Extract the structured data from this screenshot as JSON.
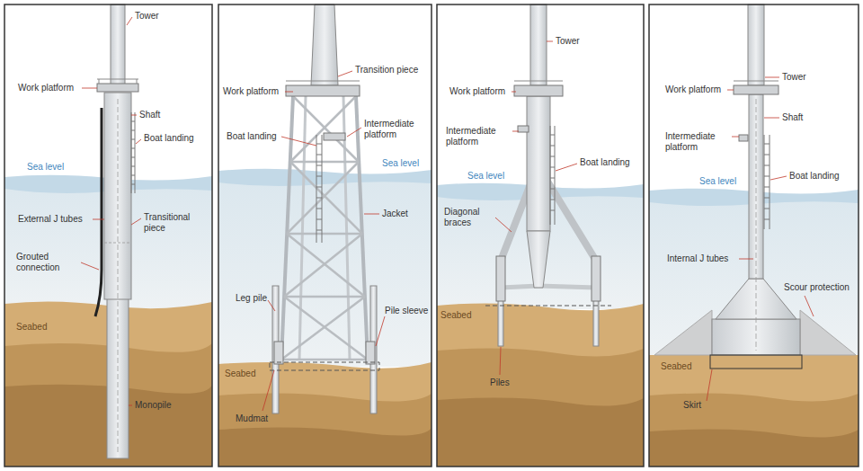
{
  "diagram": {
    "labels": [
      "Tower",
      "Work platform",
      "Shaft",
      "Boat landing",
      "Sea level",
      "External J tubes",
      "Transitional piece",
      "Grouted connection",
      "Seabed",
      "Monopile",
      "Work platform",
      "Transition piece",
      "Boat landing",
      "Intermediate platform",
      "Sea level",
      "Jacket",
      "Leg pile",
      "Pile sleeve",
      "Seabed",
      "Mudmat",
      "Work platform",
      "Tower",
      "Intermediate platform",
      "Boat landing",
      "Sea level",
      "Diagonal braces",
      "Seabed",
      "Piles",
      "Work platform",
      "Tower",
      "Shaft",
      "Intermediate platform",
      "Boat landing",
      "Sea level",
      "Internal J tubes",
      "Scour protection",
      "Seabed",
      "Skirt"
    ]
  }
}
